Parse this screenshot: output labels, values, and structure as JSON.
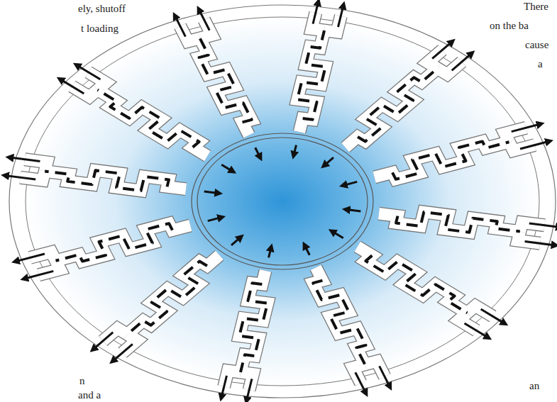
{
  "diagram": {
    "labels": [
      "ely, shutoff",
      "t loading",
      "There",
      "on the ba",
      "cause",
      "a",
      "n",
      "and a",
      "an"
    ]
  }
}
